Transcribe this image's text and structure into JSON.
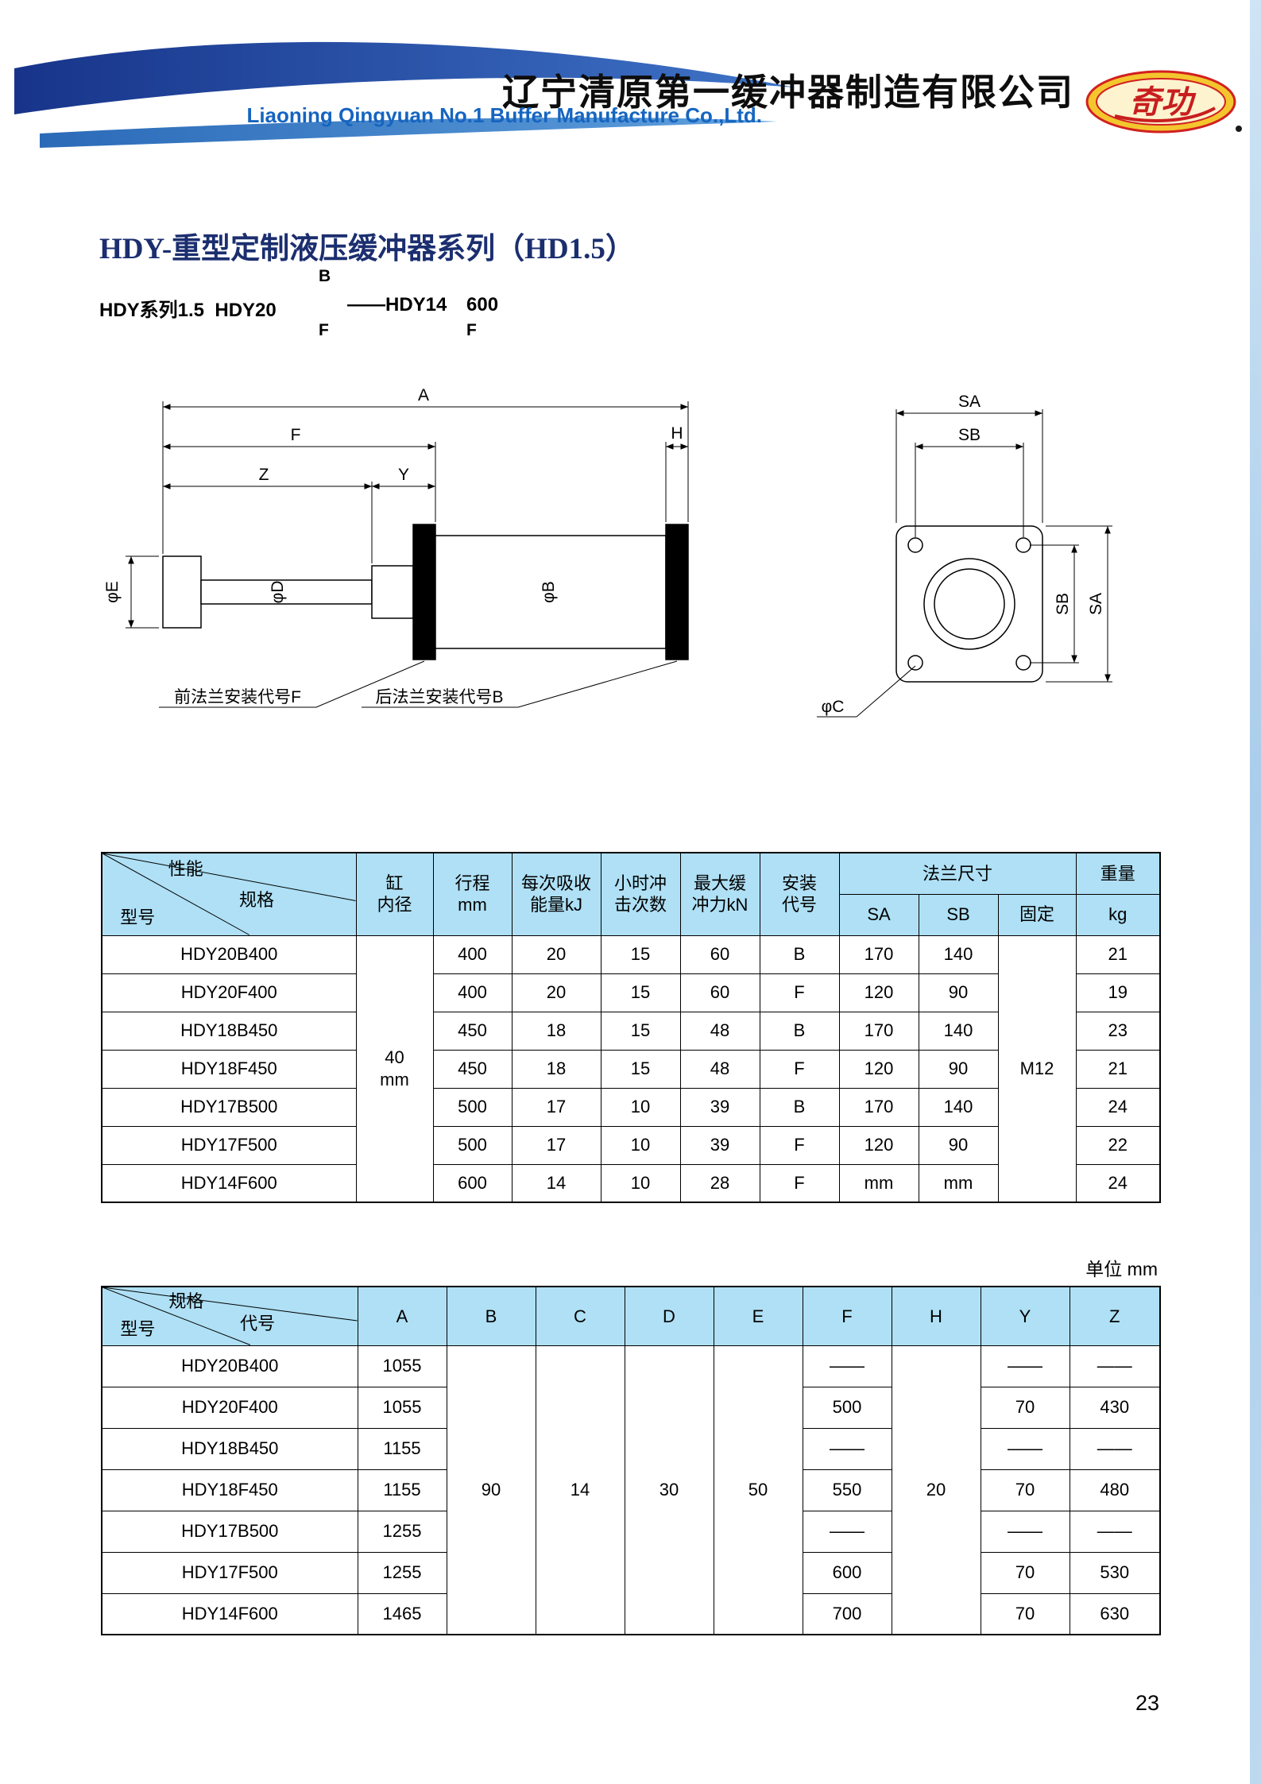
{
  "header": {
    "company_cn": "辽宁清原第一缓冲器制造有限公司",
    "company_en": "Liaoning Qingyuan No.1 Buffer Manufacture Co.,Ltd.",
    "logo_text": "奇功"
  },
  "page_title": "HDY-重型定制液压缓冲器系列（HD1.5）",
  "nomenclature": {
    "part1": "HDY系列1.5  HDY20",
    "option_top": "B",
    "part2": "——HDY14",
    "part3": "600",
    "option_bottom1": "F",
    "option_bottom2": "F"
  },
  "drawing": {
    "dim_A": "A",
    "dim_F": "F",
    "dim_H": "H",
    "dim_Z": "Z",
    "dim_Y": "Y",
    "dim_phiE": "φE",
    "dim_phiD": "φD",
    "dim_phiB": "φB",
    "dim_SA": "SA",
    "dim_SB": "SB",
    "dim_phiC": "φC",
    "front_flange_note": "前法兰安装代号F",
    "rear_flange_note": "后法兰安装代号B"
  },
  "unit_note": "单位 mm",
  "page_number": "23",
  "table1": {
    "corner": [
      "性能",
      "规格",
      "型号"
    ],
    "head": [
      [
        {
          "t": "缸\n内径",
          "rs": 2
        },
        {
          "t": "行程\nmm",
          "rs": 2
        },
        {
          "t": "每次吸收\n能量kJ",
          "rs": 2
        },
        {
          "t": "小时冲\n击次数",
          "rs": 2
        },
        {
          "t": "最大缓\n冲力kN",
          "rs": 2
        },
        {
          "t": "安装\n代号",
          "rs": 2
        },
        {
          "t": "法兰尺寸",
          "cs": 3
        },
        {
          "t": "重量"
        }
      ],
      [
        {
          "t": "SA"
        },
        {
          "t": "SB"
        },
        {
          "t": "固定"
        },
        {
          "t": "kg"
        }
      ]
    ],
    "body": [
      [
        {
          "t": "HDY20B400"
        },
        {
          "t": "40\nmm",
          "rs": 7
        },
        {
          "t": "400"
        },
        {
          "t": "20"
        },
        {
          "t": "15"
        },
        {
          "t": "60"
        },
        {
          "t": "B"
        },
        {
          "t": "170"
        },
        {
          "t": "140"
        },
        {
          "t": "M12",
          "rs": 7
        },
        {
          "t": "21"
        }
      ],
      [
        {
          "t": "HDY20F400"
        },
        {
          "t": "400"
        },
        {
          "t": "20"
        },
        {
          "t": "15"
        },
        {
          "t": "60"
        },
        {
          "t": "F"
        },
        {
          "t": "120"
        },
        {
          "t": "90"
        },
        {
          "t": "19"
        }
      ],
      [
        {
          "t": "HDY18B450"
        },
        {
          "t": "450"
        },
        {
          "t": "18"
        },
        {
          "t": "15"
        },
        {
          "t": "48"
        },
        {
          "t": "B"
        },
        {
          "t": "170"
        },
        {
          "t": "140"
        },
        {
          "t": "23"
        }
      ],
      [
        {
          "t": "HDY18F450"
        },
        {
          "t": "450"
        },
        {
          "t": "18"
        },
        {
          "t": "15"
        },
        {
          "t": "48"
        },
        {
          "t": "F"
        },
        {
          "t": "120"
        },
        {
          "t": "90"
        },
        {
          "t": "21"
        }
      ],
      [
        {
          "t": "HDY17B500"
        },
        {
          "t": "500"
        },
        {
          "t": "17"
        },
        {
          "t": "10"
        },
        {
          "t": "39"
        },
        {
          "t": "B"
        },
        {
          "t": "170"
        },
        {
          "t": "140"
        },
        {
          "t": "24"
        }
      ],
      [
        {
          "t": "HDY17F500"
        },
        {
          "t": "500"
        },
        {
          "t": "17"
        },
        {
          "t": "10"
        },
        {
          "t": "39"
        },
        {
          "t": "F"
        },
        {
          "t": "120"
        },
        {
          "t": "90"
        },
        {
          "t": "22"
        }
      ],
      [
        {
          "t": "HDY14F600"
        },
        {
          "t": "600"
        },
        {
          "t": "14"
        },
        {
          "t": "10"
        },
        {
          "t": "28"
        },
        {
          "t": "F"
        },
        {
          "t": "mm"
        },
        {
          "t": "mm"
        },
        {
          "t": "24"
        }
      ]
    ]
  },
  "table2": {
    "corner": [
      "规格",
      "代号",
      "型号"
    ],
    "head": [
      [
        {
          "t": "A"
        },
        {
          "t": "B"
        },
        {
          "t": "C"
        },
        {
          "t": "D"
        },
        {
          "t": "E"
        },
        {
          "t": "F"
        },
        {
          "t": "H"
        },
        {
          "t": "Y"
        },
        {
          "t": "Z"
        }
      ]
    ],
    "body": [
      [
        {
          "t": "HDY20B400"
        },
        {
          "t": "1055"
        },
        {
          "t": "90",
          "rs": 7
        },
        {
          "t": "14",
          "rs": 7
        },
        {
          "t": "30",
          "rs": 7
        },
        {
          "t": "50",
          "rs": 7
        },
        {
          "t": "——"
        },
        {
          "t": "20",
          "rs": 7
        },
        {
          "t": "——"
        },
        {
          "t": "——"
        }
      ],
      [
        {
          "t": "HDY20F400"
        },
        {
          "t": "1055"
        },
        {
          "t": "500"
        },
        {
          "t": "70"
        },
        {
          "t": "430"
        }
      ],
      [
        {
          "t": "HDY18B450"
        },
        {
          "t": "1155"
        },
        {
          "t": "——"
        },
        {
          "t": "——"
        },
        {
          "t": "——"
        }
      ],
      [
        {
          "t": "HDY18F450"
        },
        {
          "t": "1155"
        },
        {
          "t": "550"
        },
        {
          "t": "70"
        },
        {
          "t": "480"
        }
      ],
      [
        {
          "t": "HDY17B500"
        },
        {
          "t": "1255"
        },
        {
          "t": "——"
        },
        {
          "t": "——"
        },
        {
          "t": "——"
        }
      ],
      [
        {
          "t": "HDY17F500"
        },
        {
          "t": "1255"
        },
        {
          "t": "600"
        },
        {
          "t": "70"
        },
        {
          "t": "530"
        }
      ],
      [
        {
          "t": "HDY14F600"
        },
        {
          "t": "1465"
        },
        {
          "t": "700"
        },
        {
          "t": "70"
        },
        {
          "t": "630"
        }
      ]
    ]
  }
}
